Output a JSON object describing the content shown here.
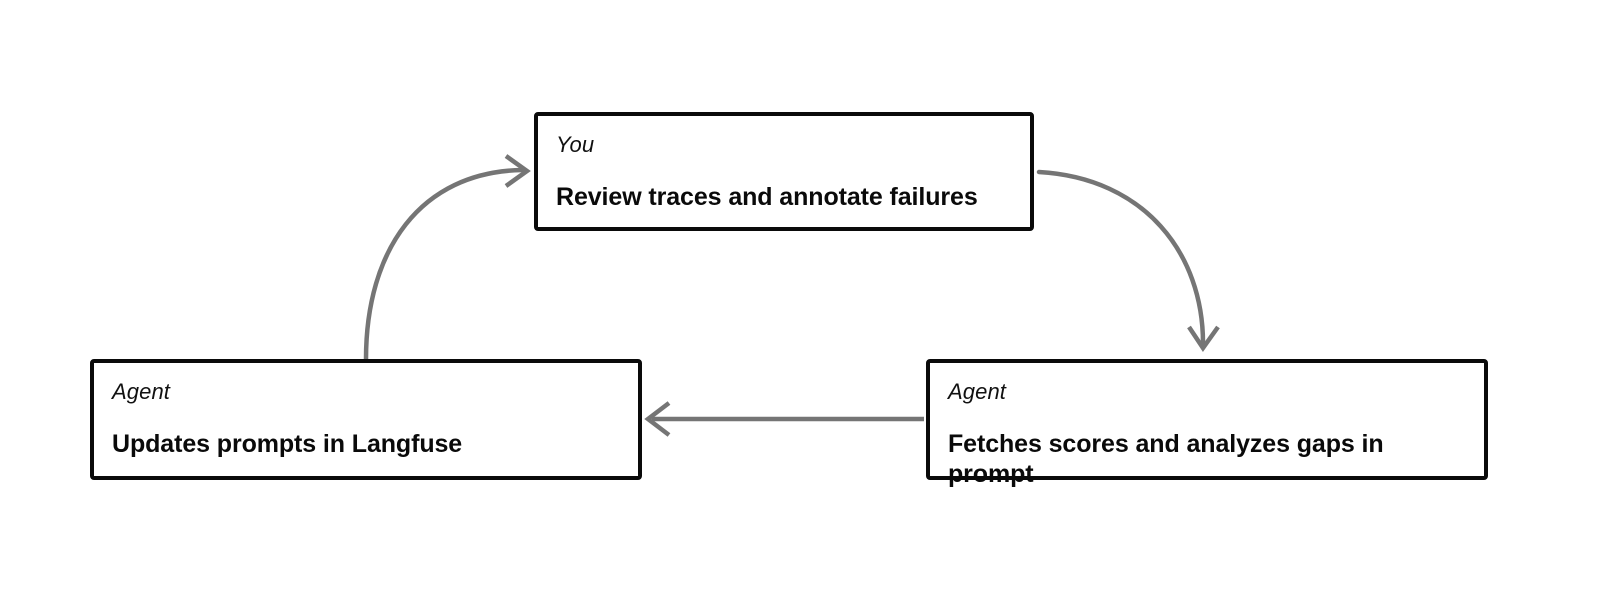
{
  "diagram": {
    "type": "cycle-flow",
    "background_color": "#ffffff",
    "node_border_color": "#0a0a0a",
    "edge_color": "#757575",
    "nodes": [
      {
        "id": "you-review",
        "role": "You",
        "title": "Review traces and annotate failures"
      },
      {
        "id": "agent-updates",
        "role": "Agent",
        "title": "Updates prompts in Langfuse"
      },
      {
        "id": "agent-fetches",
        "role": "Agent",
        "title": "Fetches scores and analyzes gaps in prompt"
      }
    ],
    "edges": [
      {
        "id": "edge-updates-to-you",
        "from": "agent-updates",
        "to": "you-review",
        "style": "curved",
        "arrowhead": "open-chevron"
      },
      {
        "id": "edge-you-to-fetches",
        "from": "you-review",
        "to": "agent-fetches",
        "style": "curved",
        "arrowhead": "open-chevron"
      },
      {
        "id": "edge-fetches-to-updates",
        "from": "agent-fetches",
        "to": "agent-updates",
        "style": "straight",
        "arrowhead": "open-chevron"
      }
    ]
  }
}
